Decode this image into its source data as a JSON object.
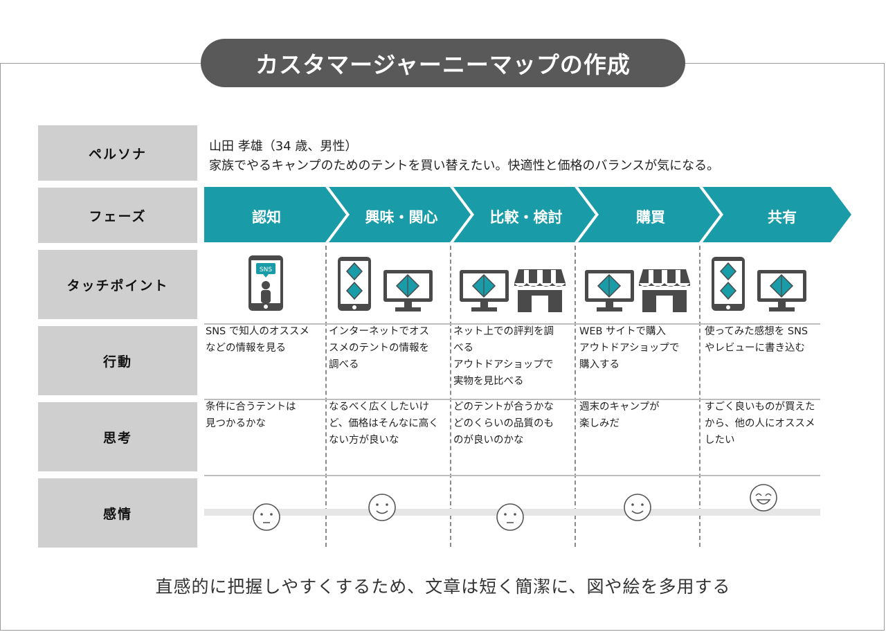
{
  "title": "カスタマージャーニーマップの作成",
  "rows": {
    "persona": "ペルソナ",
    "phase": "フェーズ",
    "touchpoint": "タッチポイント",
    "action": "行動",
    "thought": "思考",
    "emotion": "感情"
  },
  "persona": {
    "name": "山田 孝雄（34 歳、男性）",
    "description": "家族でやるキャンプのためのテントを買い替えたい。快適性と価格のバランスが気になる。"
  },
  "phases": [
    "認知",
    "興味・関心",
    "比較・検討",
    "購買",
    "共有"
  ],
  "touchpoints": {
    "sns_badge": "SNS",
    "icons": [
      [
        "sns-phone-icon"
      ],
      [
        "phone-icon",
        "monitor-icon"
      ],
      [
        "monitor-icon",
        "store-icon"
      ],
      [
        "monitor-icon",
        "store-icon"
      ],
      [
        "phone-icon",
        "monitor-icon"
      ]
    ]
  },
  "actions": [
    [
      "SNS で知人のオススメ",
      "などの情報を見る"
    ],
    [
      "インターネットでオス",
      "スメのテントの情報を",
      "調べる"
    ],
    [
      "ネット上での評判を調",
      "べる",
      "アウトドアショップで",
      "実物を見比べる"
    ],
    [
      "WEB サイトで購入",
      "アウトドアショップで",
      "購入する"
    ],
    [
      "使ってみた感想を SNS",
      "やレビューに書き込む"
    ]
  ],
  "thoughts": [
    [
      "条件に合うテントは",
      "見つかるかな"
    ],
    [
      "なるべく広くしたいけ",
      "ど、価格はそんなに高く",
      "ない方が良いな"
    ],
    [
      "どのテントが合うかな",
      "どのくらいの品質のも",
      "のが良いのかな"
    ],
    [
      "週末のキャンプが",
      "楽しみだ"
    ],
    [
      "すごく良いものが買えた",
      "から、他の人にオススメ",
      "したい"
    ]
  ],
  "emotions": {
    "levels": [
      0,
      1,
      0,
      1,
      2
    ],
    "faces": [
      "neutral",
      "smile",
      "neutral",
      "smile",
      "laugh"
    ]
  },
  "colors": {
    "phase": "#1a9ba8",
    "label_bg": "#cfcfcf",
    "icon_dark": "#4a4a4a",
    "accent": "#1a9ba8"
  },
  "footer": "直感的に把握しやすくするため、文章は短く簡潔に、図や絵を多用する"
}
